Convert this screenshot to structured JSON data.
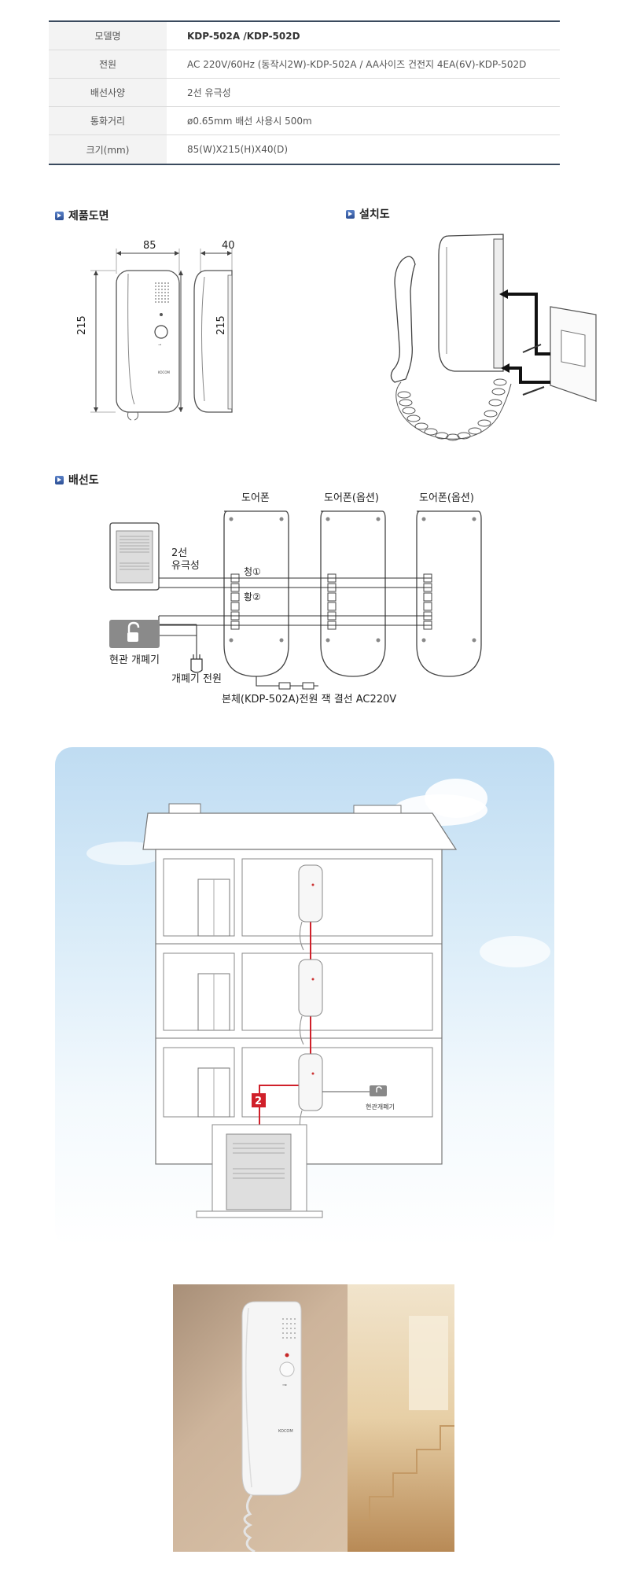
{
  "spec_table": [
    {
      "key": "모델명",
      "value": "KDP-502A /KDP-502D"
    },
    {
      "key": "전원",
      "value": "AC 220V/60Hz (동작시2W)-KDP-502A / AA사이즈 건전지 4EA(6V)-KDP-502D"
    },
    {
      "key": "배선사양",
      "value": "2선 유극성"
    },
    {
      "key": "통화거리",
      "value": "ø0.65mm 배선 사용시 500m"
    },
    {
      "key": "크기(mm)",
      "value": "85(W)X215(H)X40(D)"
    }
  ],
  "sections": {
    "drawing": "제품도면",
    "install": "설치도",
    "wiring": "배선도"
  },
  "dimensions": {
    "width": "85",
    "height": "215",
    "depth": "40",
    "height_side": "215",
    "brand": "KOCOM"
  },
  "wiring": {
    "door1": "도어폰",
    "door2": "도어폰(옵션)",
    "door3": "도어폰(옵션)",
    "two_wire": "2선",
    "polarity": "유극성",
    "wire1": "청①",
    "wire2": "황②",
    "lock_label": "현관 개폐기",
    "lock_power": "개폐기 전원",
    "main_power": "본체(KDP-502A)전원 잭 결선 AC220V"
  },
  "building": {
    "wire_count": "2",
    "lock_label": "현관개폐기"
  },
  "colors": {
    "table_border": "#3a4a5e",
    "wire_red": "#d0202a",
    "icon_blue": "#2c4f95"
  }
}
